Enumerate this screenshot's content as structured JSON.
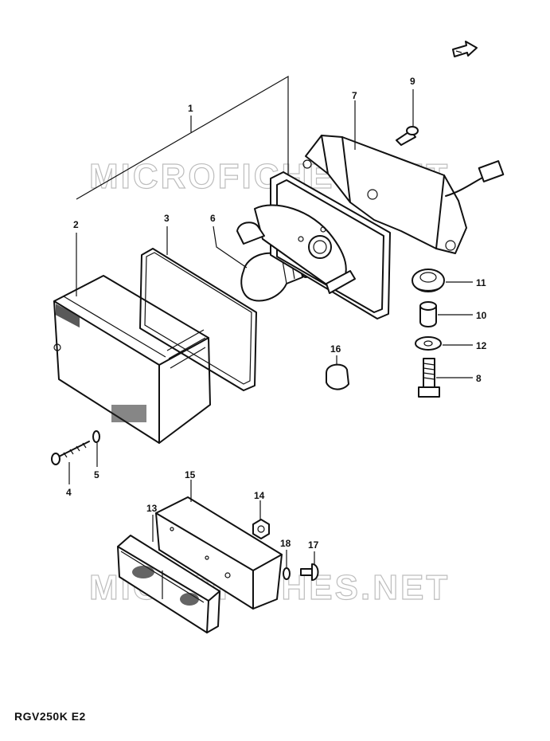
{
  "model_code": "RGV250K E2",
  "watermark_text": "MICROFICHES.NET",
  "callouts": [
    "1",
    "2",
    "3",
    "4",
    "5",
    "6",
    "7",
    "8",
    "9",
    "10",
    "11",
    "12",
    "13",
    "14",
    "15",
    "16",
    "17",
    "18"
  ],
  "colors": {
    "ink": "#111111",
    "watermark": "#bdbdbd",
    "background": "#ffffff"
  }
}
